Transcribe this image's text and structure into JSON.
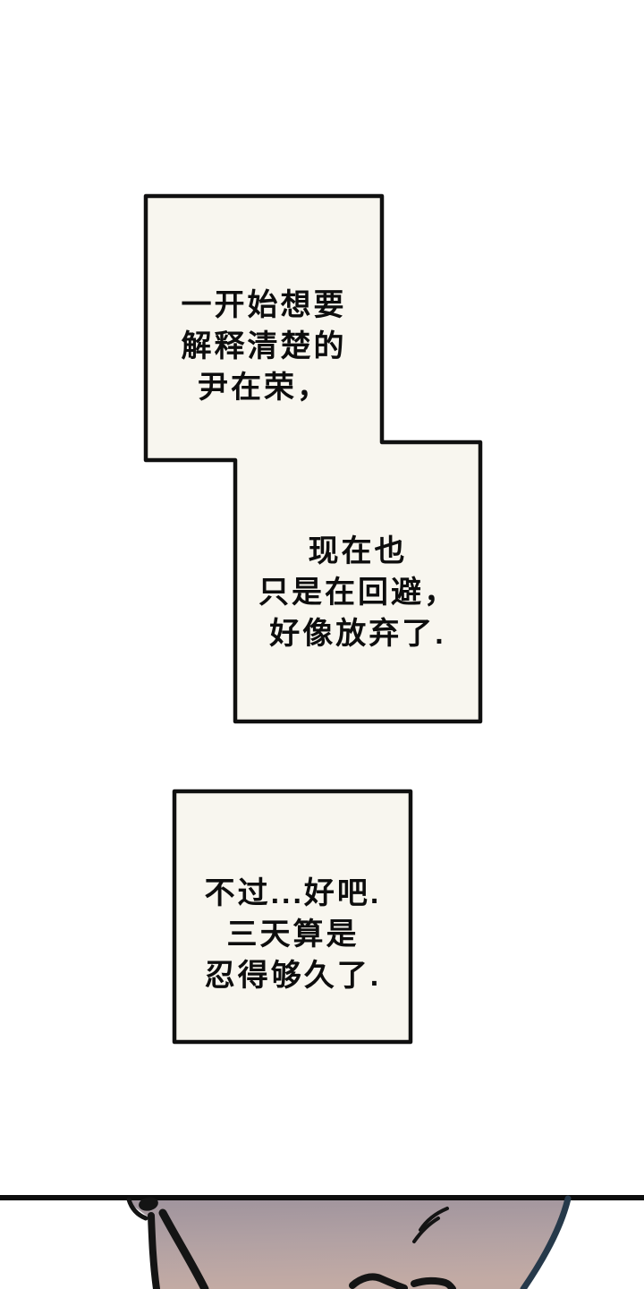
{
  "panels": {
    "box1": {
      "lines": [
        "一开始想要",
        "解释清楚的",
        "尹在荣，"
      ]
    },
    "box2": {
      "lines": [
        "现在也",
        "只是在回避，",
        "好像放弃了."
      ]
    },
    "box3": {
      "lines": [
        "不过...好吧.",
        "三天算是",
        "忍得够久了."
      ]
    }
  },
  "colors": {
    "page_bg": "#ffffff",
    "panel_fill": "#f8f6ef",
    "panel_border": "#101010",
    "text": "#0d0d0d",
    "ink": "#141414",
    "divider": "#0d0d0d",
    "face_outline": "#26394a",
    "skin_top": "#a0949d",
    "skin_mid": "#b2a1a3",
    "skin_bottom": "#c3aba4"
  }
}
